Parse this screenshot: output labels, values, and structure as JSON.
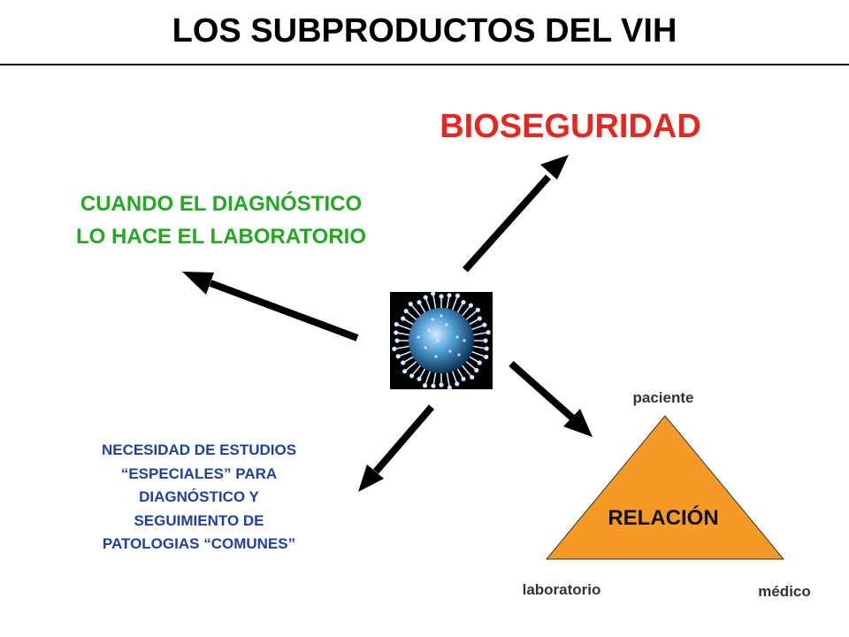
{
  "title": "LOS SUBPRODUCTOS DEL VIH",
  "branches": {
    "bioseguridad": "BIOSEGURIDAD",
    "diagnostico": [
      "CUANDO EL DIAGNÓSTICO",
      "LO HACE EL LABORATORIO"
    ],
    "necesidad": [
      "NECESIDAD DE ESTUDIOS",
      "“ESPECIALES” PARA",
      "DIAGNÓSTICO Y",
      "SEGUIMIENTO DE",
      "PATOLOGIAS “COMUNES”"
    ]
  },
  "triangle": {
    "center_label": "RELACIÓN",
    "top": "paciente",
    "bottom_left": "laboratorio",
    "bottom_right": "médico"
  },
  "colors": {
    "bioseguridad": "#e8251f",
    "diagnostico": "#1faa1f",
    "necesidad": "#1f3fa8",
    "triangle_fill": "#f59a26",
    "virus": "#3a8fc4"
  },
  "icons": {
    "center": "virus-icon"
  }
}
